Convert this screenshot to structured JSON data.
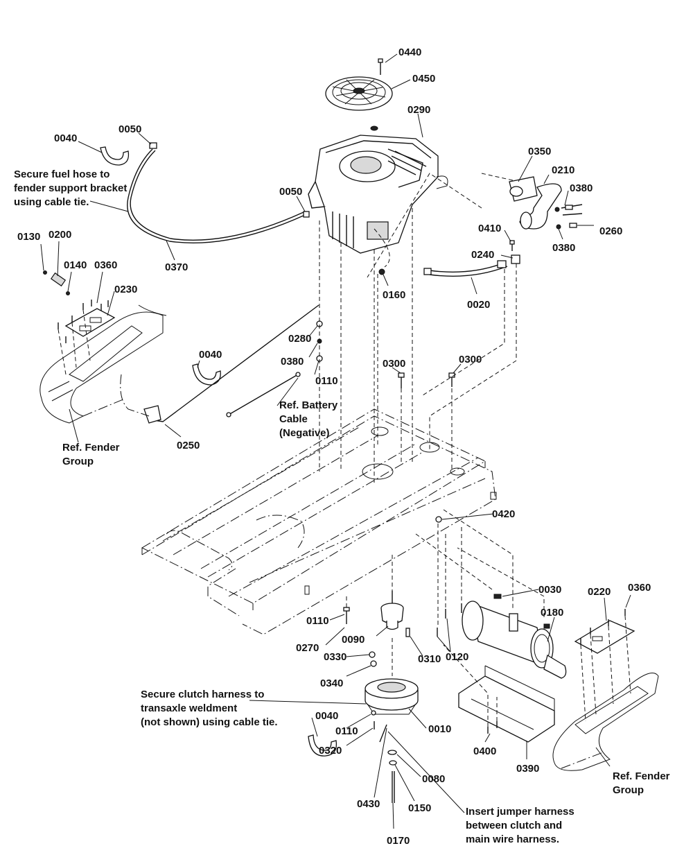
{
  "labels": {
    "l0440": "0440",
    "l0450": "0450",
    "l0290": "0290",
    "l0050a": "0050",
    "l0040a": "0040",
    "l0050b": "0050",
    "l0370": "0370",
    "l0350": "0350",
    "l0210": "0210",
    "l0380a": "0380",
    "l0260": "0260",
    "l0380b": "0380",
    "l0410": "0410",
    "l0240": "0240",
    "l0160": "0160",
    "l0020": "0020",
    "l0130": "0130",
    "l0200": "0200",
    "l0140": "0140",
    "l0360a": "0360",
    "l0230": "0230",
    "l0280": "0280",
    "l0380c": "0380",
    "l0110a": "0110",
    "l0040b": "0040",
    "l0250": "0250",
    "l0300a": "0300",
    "l0300b": "0300",
    "l0420": "0420",
    "l0030": "0030",
    "l0220": "0220",
    "l0360b": "0360",
    "l0180": "0180",
    "l0110b": "0110",
    "l0270": "0270",
    "l0090": "0090",
    "l0310": "0310",
    "l0120": "0120",
    "l0330": "0330",
    "l0340": "0340",
    "l0010": "0010",
    "l0040c": "0040",
    "l0110c": "0110",
    "l0320": "0320",
    "l0080": "0080",
    "l0400": "0400",
    "l0390": "0390",
    "l0430": "0430",
    "l0150": "0150",
    "l0170": "0170"
  },
  "notes": {
    "fuel_hose": [
      "Secure fuel hose to",
      "fender support bracket",
      "using cable tie."
    ],
    "battery_cable": [
      "Ref. Battery",
      "Cable",
      "(Negative)"
    ],
    "fender_left": [
      "Ref. Fender",
      "Group"
    ],
    "fender_right": [
      "Ref. Fender",
      "Group"
    ],
    "clutch_harness": [
      "Secure clutch harness to",
      "transaxle weldment",
      "(not shown) using cable tie."
    ],
    "jumper_harness": [
      "Insert jumper harness",
      "between clutch and",
      "main wire harness."
    ]
  }
}
